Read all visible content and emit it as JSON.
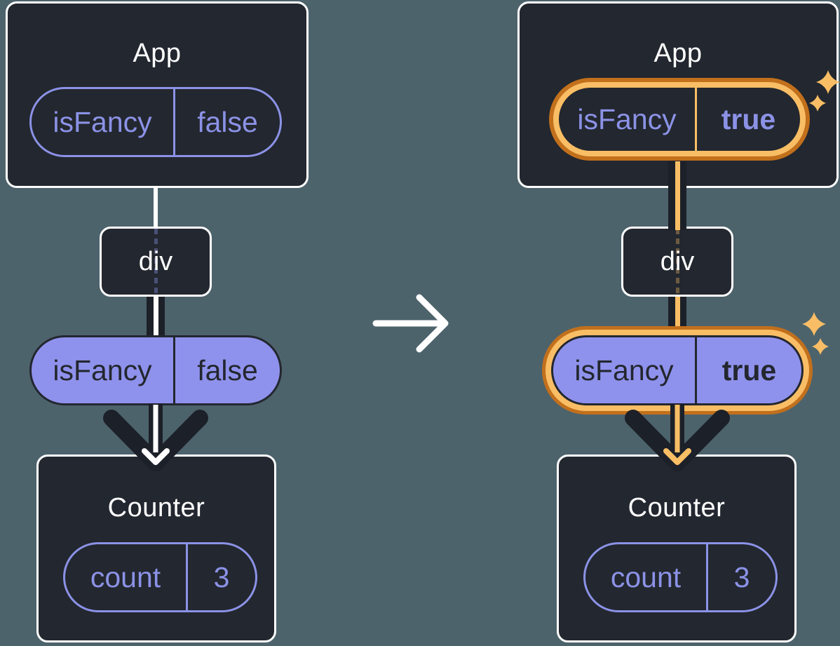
{
  "colors": {
    "background": "#4d636c",
    "card": "#23272f",
    "card_border": "#ffffff",
    "purple": "#8b92e6",
    "purple_fill": "#8f92ec",
    "dark_text": "#23272f",
    "arrow_dark": "#1c2029",
    "orange_light": "#f9be65",
    "orange_dark": "#c2701c"
  },
  "before": {
    "app": {
      "title": "App",
      "state": {
        "key": "isFancy",
        "value": "false"
      }
    },
    "div_node": {
      "label": "div"
    },
    "prop": {
      "key": "isFancy",
      "value": "false"
    },
    "counter": {
      "title": "Counter",
      "state": {
        "key": "count",
        "value": "3"
      }
    }
  },
  "after": {
    "app": {
      "title": "App",
      "state": {
        "key": "isFancy",
        "value": "true"
      }
    },
    "div_node": {
      "label": "div"
    },
    "prop": {
      "key": "isFancy",
      "value": "true"
    },
    "counter": {
      "title": "Counter",
      "state": {
        "key": "count",
        "value": "3"
      }
    }
  }
}
